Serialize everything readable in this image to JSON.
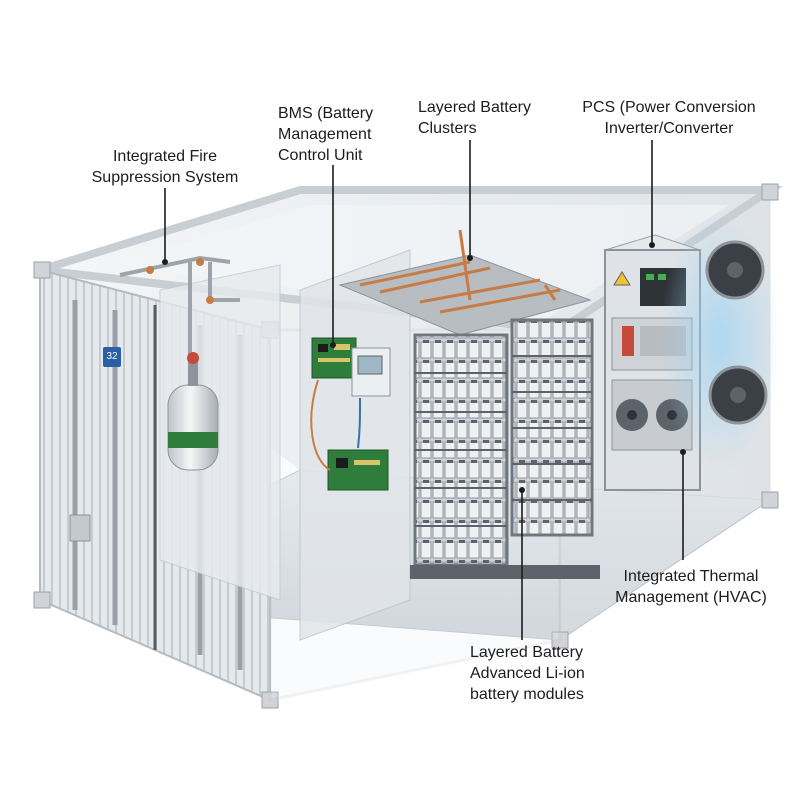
{
  "callouts": {
    "fire_suppression": "Integrated Fire\nSuppression System",
    "bms": "BMS (Battery\nManagement\nControl Unit",
    "battery_clusters": "Layered Battery\nClusters",
    "pcs": "PCS (Power Conversion\nInverter/Converter",
    "thermal": "Integrated Thermal\nManagement (HVAC)",
    "battery_modules": "Layered Battery\nAdvanced Li-ion\nbattery modules"
  },
  "door_badge": "32",
  "colors": {
    "container_body": "#e9ecef",
    "container_frame": "#d4d8dc",
    "battery_rack": "#9aa0a6",
    "copper_busbar": "#c77b45",
    "pcb_green": "#2f7d3a",
    "hvac_glow": "#9fd3f2",
    "badge_blue": "#2b5ea8"
  }
}
